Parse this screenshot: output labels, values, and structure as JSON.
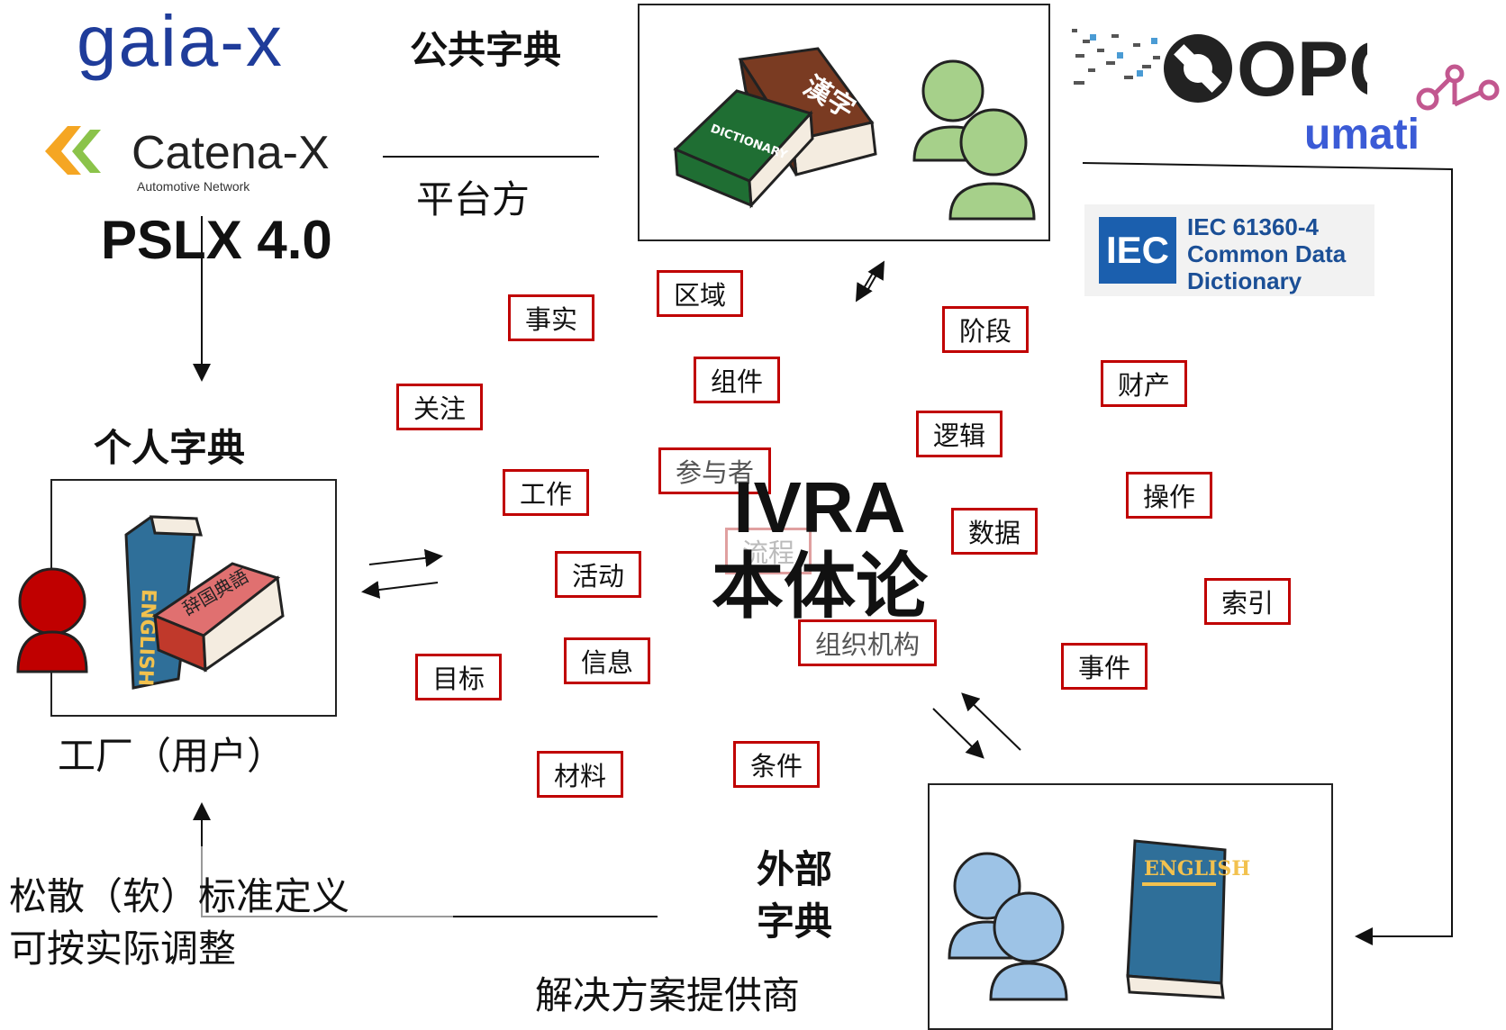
{
  "logos": {
    "gaia": "gaia-x",
    "catena": "Catena-X",
    "catena_sub": "Automotive Network",
    "pslx": "PSLX 4.0",
    "opc": "OPC",
    "umati": "umati",
    "iec_mark": "IEC",
    "iec_line1": "IEC 61360-4",
    "iec_line2": "Common Data",
    "iec_line3": "Dictionary"
  },
  "public_dict": {
    "title": "公共字典",
    "caption": "平台方"
  },
  "personal_dict": {
    "title": "个人字典",
    "caption": "工厂（用户）"
  },
  "external_dict": {
    "title_line1": "外部",
    "title_line2": "字典",
    "caption": "解决方案提供商"
  },
  "note": {
    "line1": "松散（软）标准定义",
    "line2": "可按实际调整"
  },
  "center": {
    "line1": "IVRA",
    "line2": "本体论"
  },
  "book_labels": {
    "dictionary": "DICTIONARY",
    "kanji": "漢字",
    "english_spine": "ENGLISH",
    "english_cover": "ENGLISH",
    "ci_dian": "辞国典語"
  },
  "terms": [
    "区域",
    "事实",
    "阶段",
    "组件",
    "关注",
    "财产",
    "逻辑",
    "参与者",
    "工作",
    "操作",
    "数据",
    "流程",
    "活动",
    "索引",
    "组织机构",
    "事件",
    "目标",
    "信息",
    "条件",
    "材料"
  ],
  "colors": {
    "tag_border": "#c00000",
    "person_green": "#a6d08a",
    "person_red": "#c00000",
    "person_blue": "#9dc3e6"
  }
}
